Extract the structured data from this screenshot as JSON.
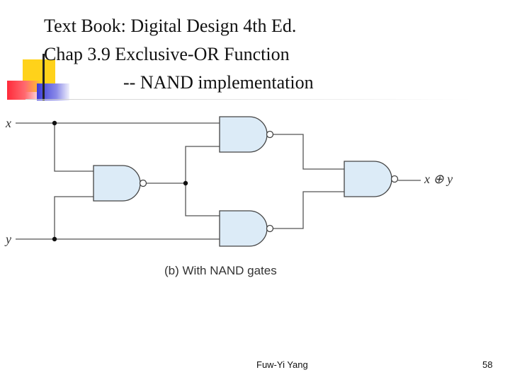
{
  "slide": {
    "title_line_1": "Text Book: Digital Design 4th Ed.",
    "title_line_2": "Chap 3.9 Exclusive-OR Function",
    "title_line_3": "-- NAND implementation",
    "author": "Fuw-Yi Yang",
    "page_number": "58"
  },
  "diagram": {
    "input_x": "x",
    "input_y": "y",
    "output_label": "x ⊕ y",
    "caption": "(b) With NAND gates",
    "gate_fill": "#dcebf7",
    "wire_color": "#555555"
  }
}
